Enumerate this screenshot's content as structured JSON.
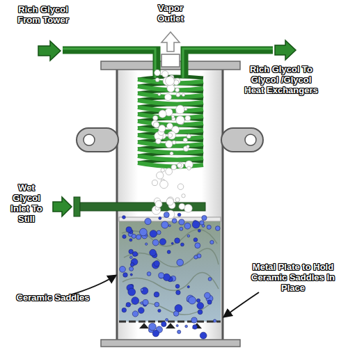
{
  "diagram": {
    "labels": [
      "Rich Glycol From Tower",
      "Vapor Outlet",
      "Rich Glycol To Glycol /Glycol Heat Exchangers",
      "Wet Glycol Inlet To Still",
      "Metal Plate to Hold Ceramic Saddles In Place",
      "Ceramic Saddles"
    ]
  }
}
